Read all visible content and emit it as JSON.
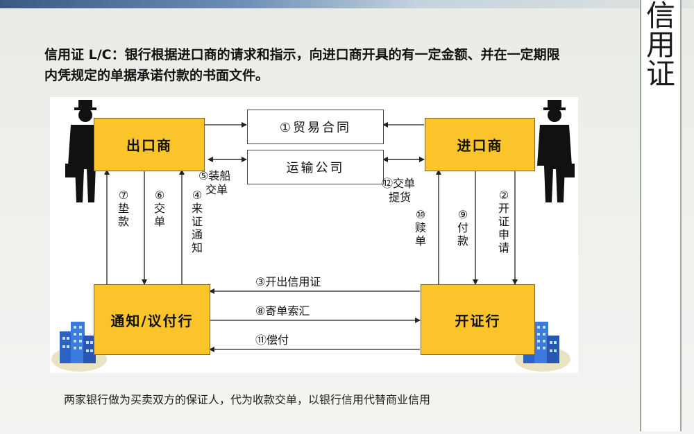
{
  "side_title": [
    "信",
    "用",
    "证"
  ],
  "heading": "信用证  L/C：银行根据进口商的请求和指示，向进口商开具的有一定金额、并在一定期限内凭规定的单据承诺付款的书面文件。",
  "diagram": {
    "exporter": "出口商",
    "importer": "进口商",
    "trade_contract": "①贸易合同",
    "shipping_company": "运输公司",
    "advising_bank": "通知/议付行",
    "issuing_bank": "开证行",
    "step5": "⑤装船\n  交单",
    "step12": "⑫交单\n  提货",
    "step7": "⑦垫款",
    "step6": "⑥交单",
    "step4": "④来证通知",
    "step10": "⑩赎单",
    "step9": "⑨付款",
    "step2": "②开证申请",
    "step3": "③开出信用证",
    "step8": "⑧寄单索汇",
    "step11": "⑪偿付"
  },
  "caption": "两家银行做为买卖双方的保证人，代为收款交单，以银行信用代替商业信用",
  "icons": [
    "businessman-icon",
    "building-icon"
  ]
}
